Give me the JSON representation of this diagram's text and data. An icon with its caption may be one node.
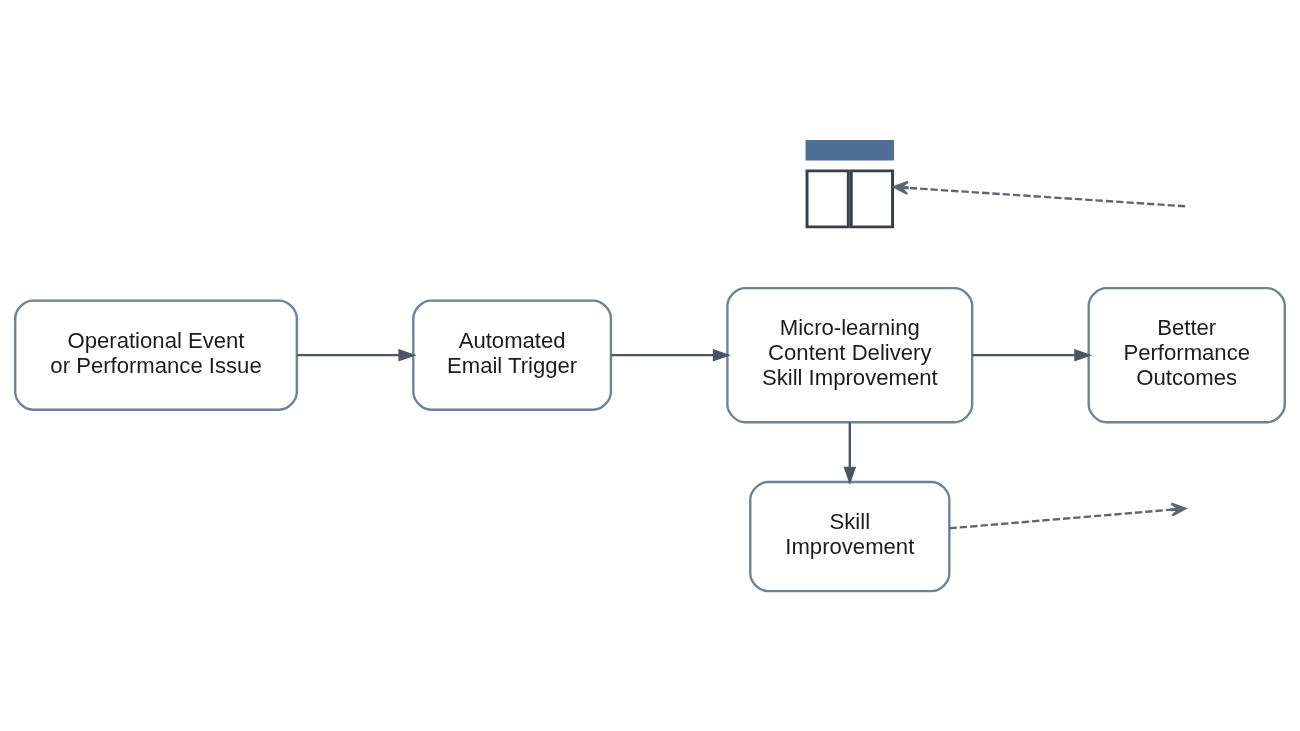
{
  "diagram": {
    "nodes": [
      {
        "text": [
          "Operational Event or Performance Issue"
        ]
      },
      {
        "text": [
          "Automated Email Trigger"
        ]
      },
      {
        "text": [],
        "shape": "picture"
      },
      {
        "text": [
          "Micro-learning Content Delivery Skill Improvement"
        ]
      },
      {
        "text": [
          "Better Performance Outcomes"
        ]
      },
      {
        "text": [
          "Skill Improvement"
        ]
      }
    ],
    "edges": [
      {
        "from": 0,
        "to": 1,
        "arrow": "to"
      },
      {
        "from": 1,
        "to": 3,
        "arrow": "to"
      },
      {
        "from": 3,
        "to": 4,
        "arrow": "to"
      },
      {
        "from": 3,
        "to": 5,
        "arrow": "to"
      },
      {
        "from": 5,
        "to": null,
        "arrow": "to",
        "style": "dashed"
      },
      {
        "from": null,
        "to": 2,
        "arrow": "to",
        "style": "dashed"
      }
    ]
  }
}
